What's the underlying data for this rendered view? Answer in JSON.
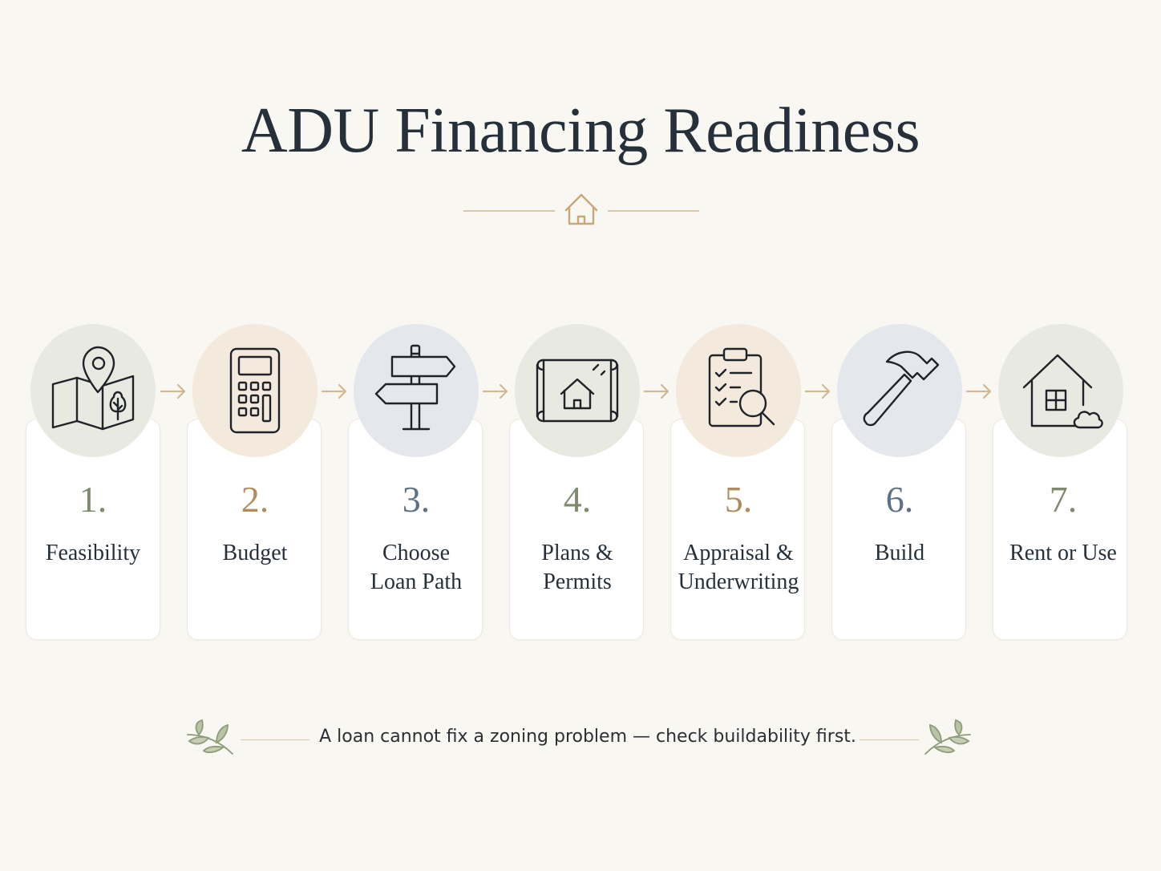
{
  "title": "ADU Financing Readiness",
  "colors": {
    "background": "#f9f7f2",
    "sage": "#7d8a6c",
    "tan": "#b08d5c",
    "slate": "#5e7284",
    "accent_line": "#d8c7a8"
  },
  "steps": [
    {
      "number": "1.",
      "label_lines": [
        "Feasibility"
      ],
      "icon": "map-pin-tree-icon",
      "number_color": "#7d8a6c",
      "circle_color": "#e8e9e1"
    },
    {
      "number": "2.",
      "label_lines": [
        "Budget"
      ],
      "icon": "calculator-icon",
      "number_color": "#b08d5c",
      "circle_color": "#f3e9dc"
    },
    {
      "number": "3.",
      "label_lines": [
        "Choose",
        "Loan Path"
      ],
      "icon": "signpost-icon",
      "number_color": "#5e7284",
      "circle_color": "#e4e8ec"
    },
    {
      "number": "4.",
      "label_lines": [
        "Plans &",
        "Permits"
      ],
      "icon": "blueprint-house-icon",
      "number_color": "#7d8a6c",
      "circle_color": "#e8e9e1"
    },
    {
      "number": "5.",
      "label_lines": [
        "Appraisal &",
        "Underwriting"
      ],
      "icon": "clipboard-magnifier-icon",
      "number_color": "#b08d5c",
      "circle_color": "#f3e9dc"
    },
    {
      "number": "6.",
      "label_lines": [
        "Build"
      ],
      "icon": "hammer-icon",
      "number_color": "#5e7284",
      "circle_color": "#e4e8ec"
    },
    {
      "number": "7.",
      "label_lines": [
        "Rent or Use"
      ],
      "icon": "house-cloud-icon",
      "number_color": "#7d8a6c",
      "circle_color": "#e8e9e1"
    }
  ],
  "footer": {
    "note": "A loan cannot fix a zoning problem — check buildability first."
  }
}
